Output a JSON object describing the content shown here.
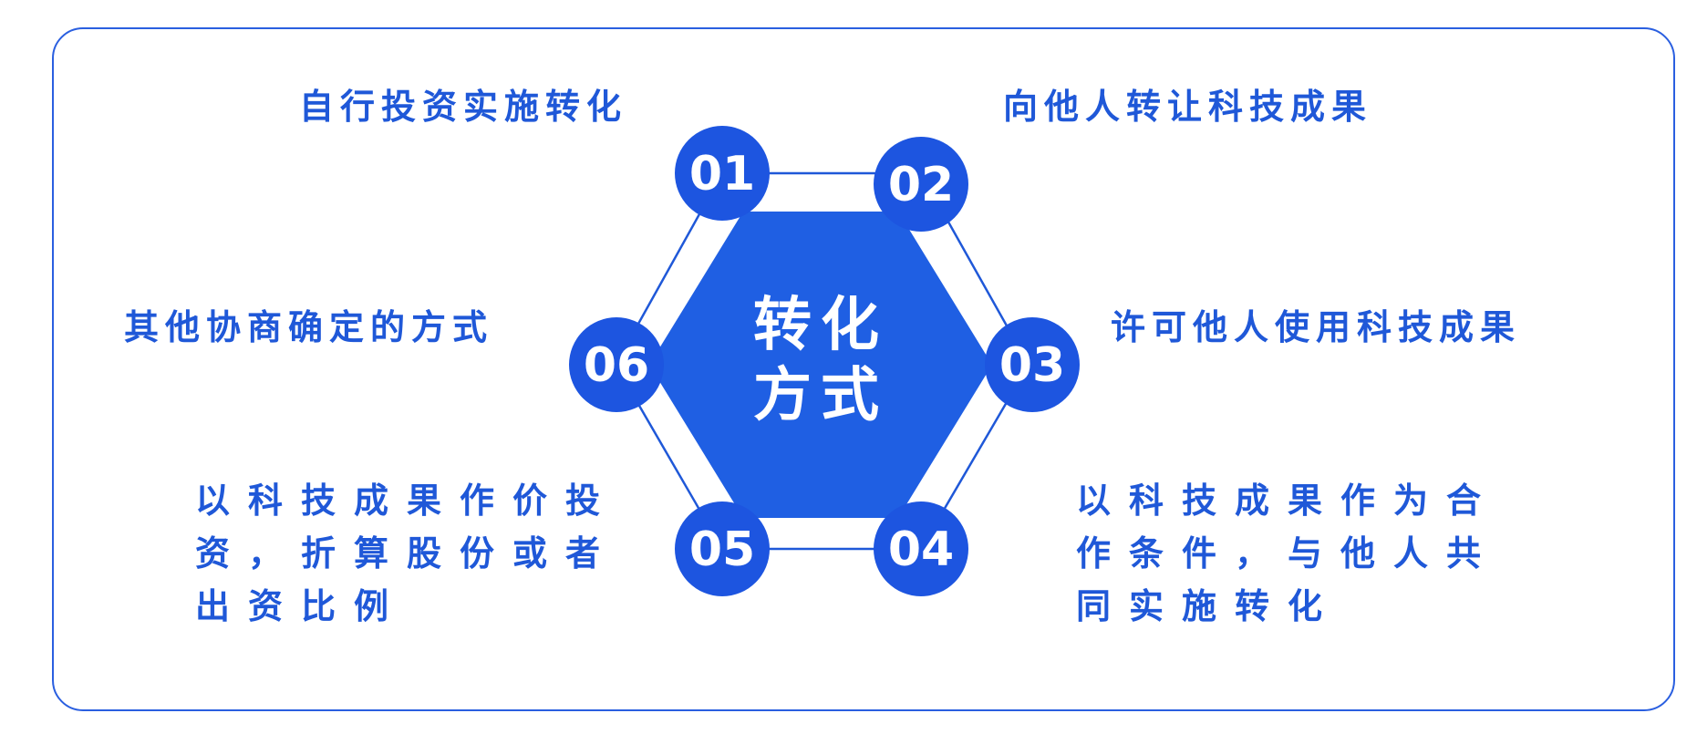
{
  "center": {
    "line1": "转化",
    "line2": "方式"
  },
  "nodes": [
    {
      "number": "01",
      "text": "自行投资实施转化"
    },
    {
      "number": "02",
      "text": "向他人转让科技成果"
    },
    {
      "number": "03",
      "text": "许可他人使用科技成果"
    },
    {
      "number": "04",
      "text": "以科技成果作为合作条件，与他人共同实施转化"
    },
    {
      "number": "05",
      "text": "以科技成果作价投资，折算股份或者出资比例"
    },
    {
      "number": "06",
      "text": "其他协商确定的方式"
    }
  ],
  "colors": {
    "accent": "#1f58d8",
    "hexagon": "#1f5fe3",
    "circle": "#1d55e0",
    "frame": "#2a5fe0"
  }
}
